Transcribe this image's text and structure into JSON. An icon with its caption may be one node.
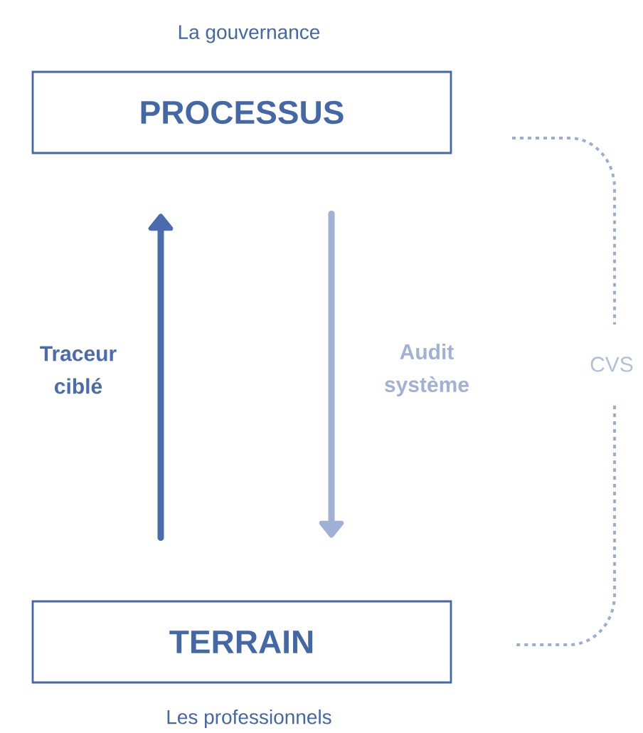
{
  "diagram": {
    "nodes": [
      {
        "text": [
          "PROCESSUS"
        ],
        "beside": [
          "La gouvernance"
        ]
      },
      {
        "text": [
          "TERRAIN"
        ],
        "beside": [
          "Les professionnels"
        ]
      }
    ],
    "edges": [
      {
        "from": 1,
        "to": 0,
        "arrow": "to",
        "label": "Traceur ciblé",
        "color": "#4a6cae"
      },
      {
        "from": 0,
        "to": 1,
        "arrow": "to",
        "label": "Audit système",
        "color": "#9fb2d6"
      }
    ],
    "labels": [
      "CVS"
    ]
  }
}
